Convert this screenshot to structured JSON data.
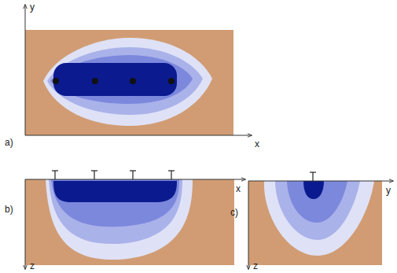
{
  "diagram": {
    "labels": [
      "y",
      "x",
      "a)",
      "x",
      "b)",
      "z",
      "y",
      "c)",
      "z"
    ]
  }
}
